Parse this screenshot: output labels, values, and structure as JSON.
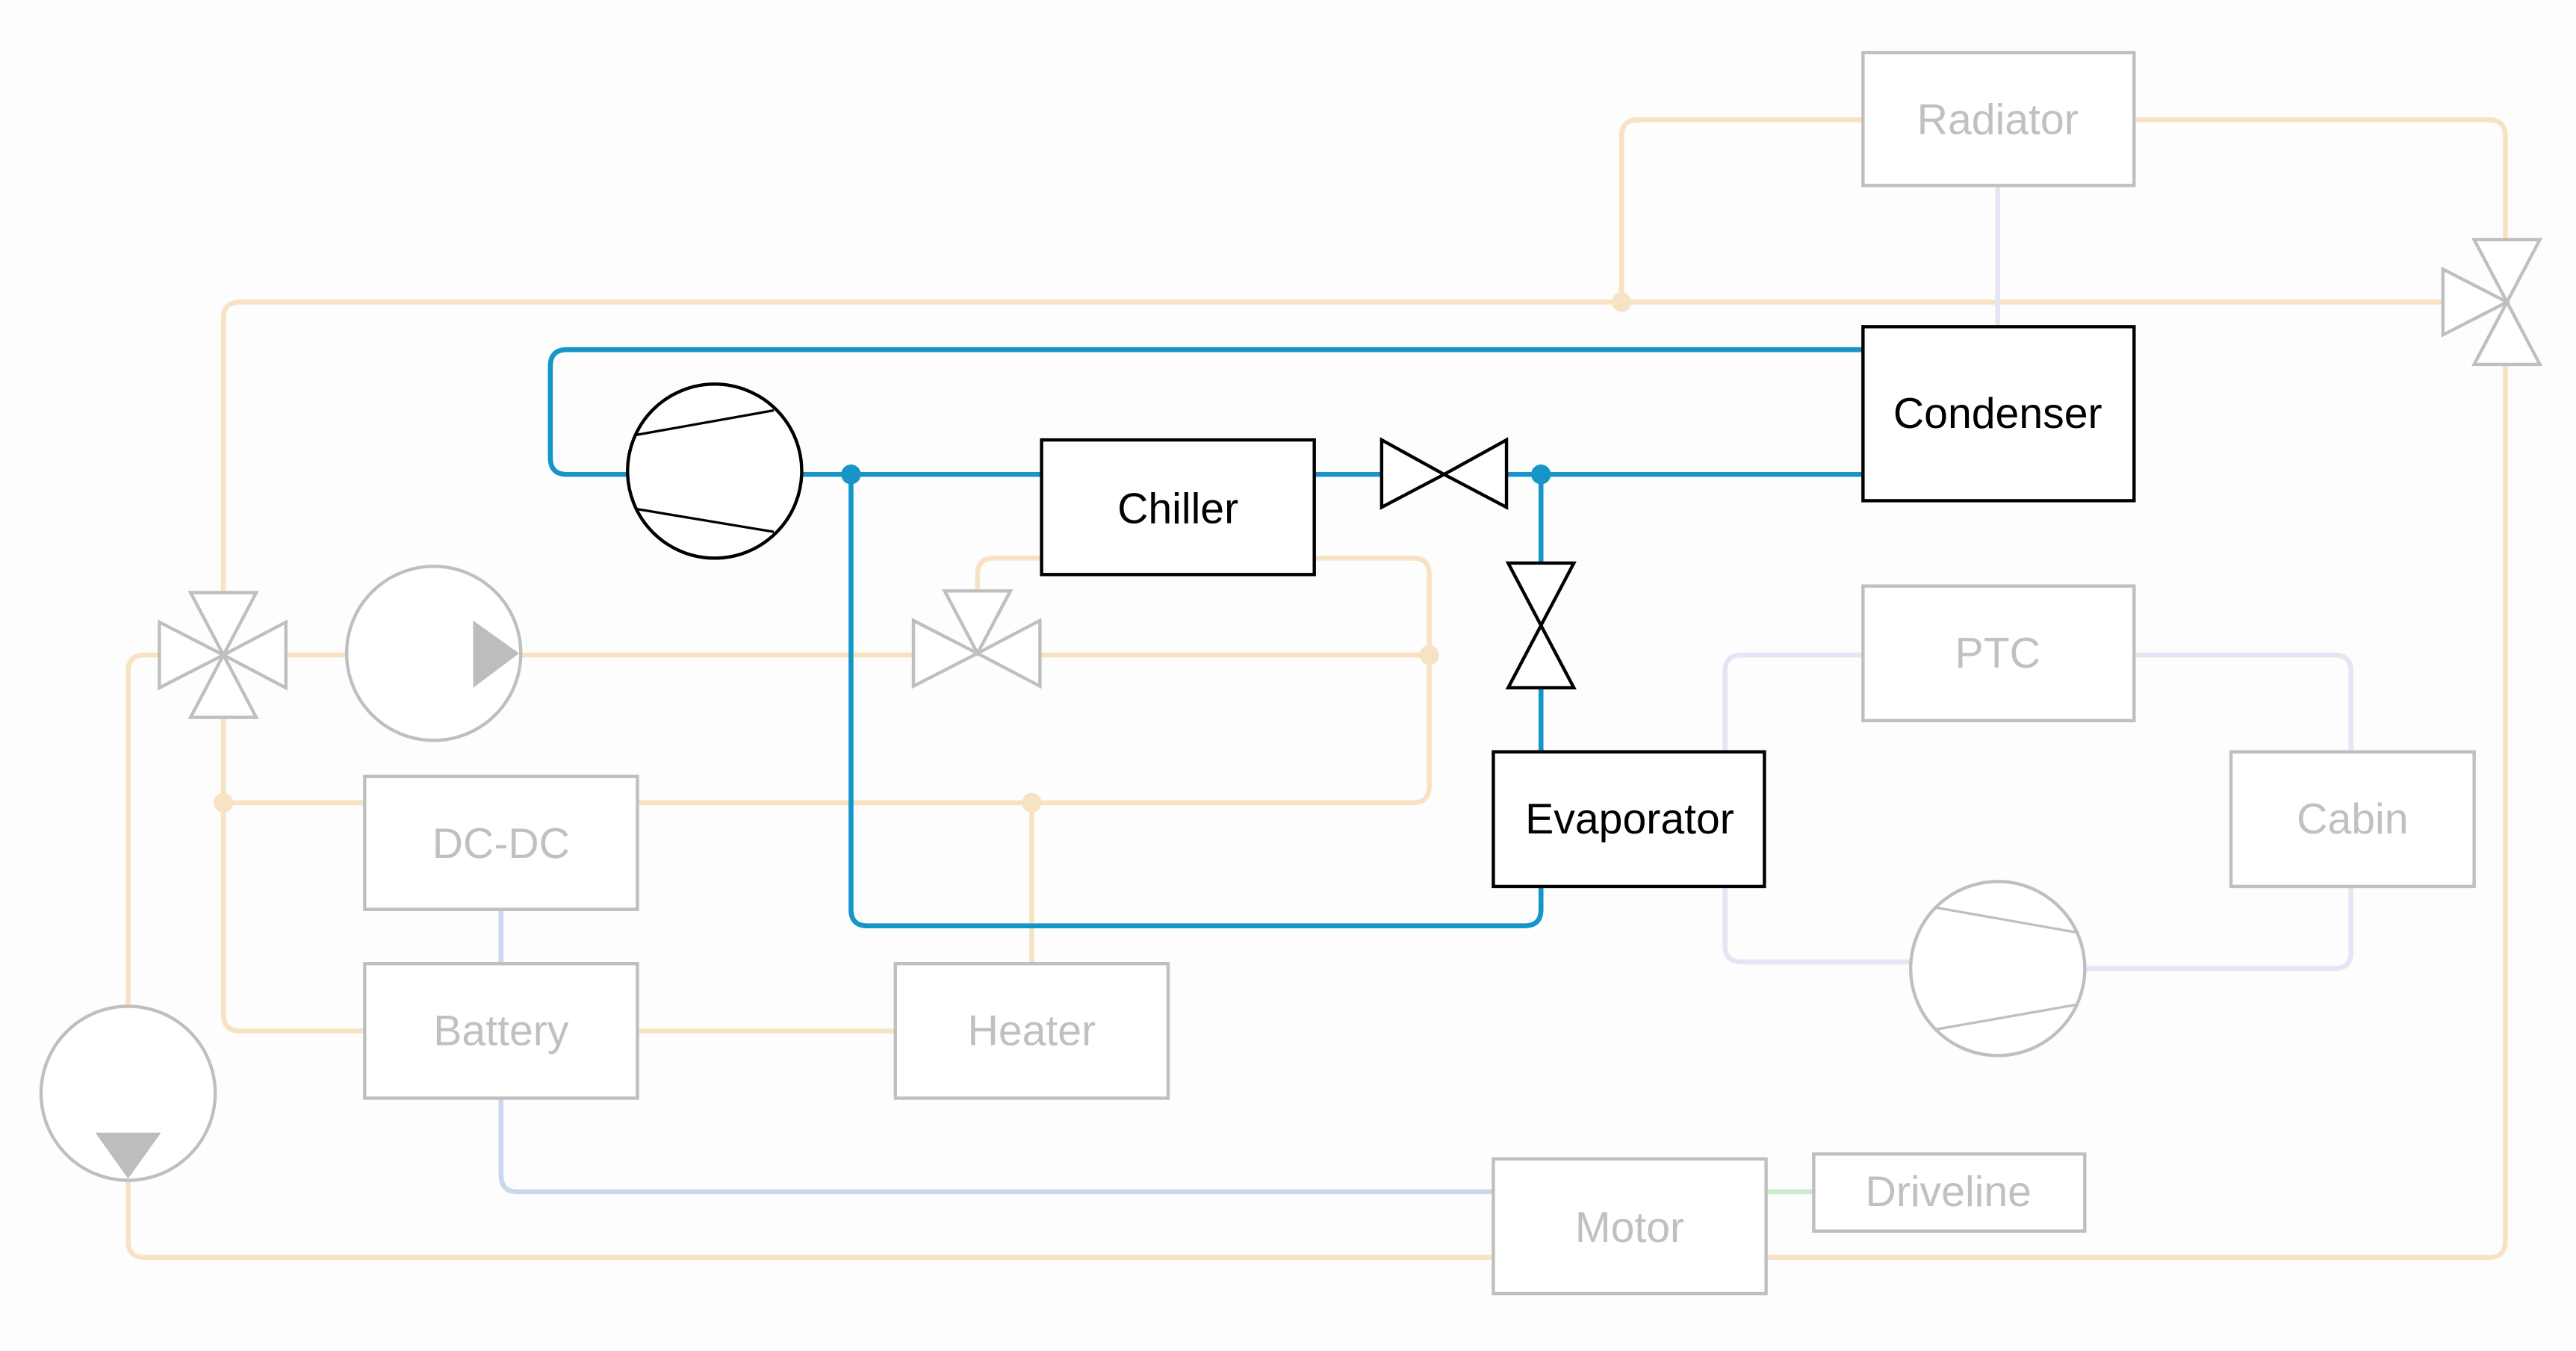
{
  "colors": {
    "refrigerant": "#1696c8",
    "coolant": "#f7e3c4",
    "cabin_air": "#e6e4f5",
    "motor_link": "#c9d9ec",
    "driveline_link": "#cdeccd",
    "active_outline": "#000000",
    "faded_outline": "#bfbfbf",
    "faded_text": "#c0c0c0"
  },
  "components": {
    "radiator": {
      "label": "Radiator",
      "active": false
    },
    "condenser": {
      "label": "Condenser",
      "active": true
    },
    "chiller": {
      "label": "Chiller",
      "active": true
    },
    "evaporator": {
      "label": "Evaporator",
      "active": true
    },
    "ptc": {
      "label": "PTC",
      "active": false
    },
    "cabin": {
      "label": "Cabin",
      "active": false
    },
    "dcdc": {
      "label": "DC-DC",
      "active": false
    },
    "battery": {
      "label": "Battery",
      "active": false
    },
    "heater": {
      "label": "Heater",
      "active": false
    },
    "motor": {
      "label": "Motor",
      "active": false
    },
    "driveline": {
      "label": "Driveline",
      "active": false
    }
  },
  "symbols": {
    "refrigerant_compressor": "compressor-icon",
    "cabin_compressor": "compressor-icon",
    "upper_coolant_pump": "pump-icon",
    "lower_coolant_pump": "pump-icon",
    "chiller_expansion_valve": "expansion-valve-icon",
    "evaporator_expansion_valve": "expansion-valve-icon",
    "left_four_way_valve": "four-way-valve-icon",
    "right_three_way_valve": "three-way-valve-icon",
    "middle_three_way_valve": "three-way-valve-icon"
  }
}
